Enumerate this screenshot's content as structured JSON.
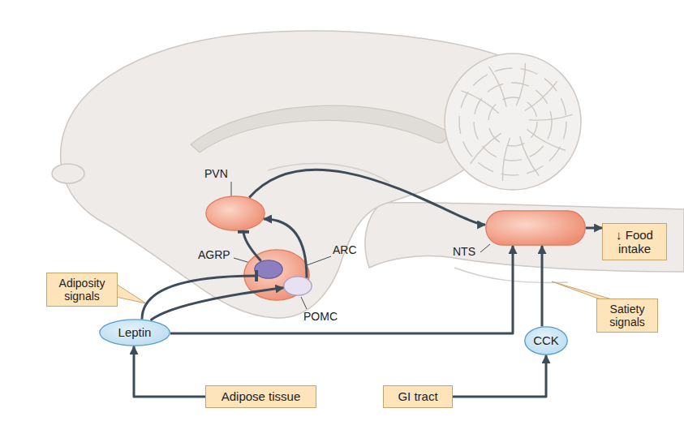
{
  "diagram": {
    "nodes": [
      {
        "text": [
          "PVN"
        ]
      },
      {
        "text": [
          "ARC"
        ]
      },
      {
        "text": [
          "AGRP"
        ],
        "in": 1
      },
      {
        "text": [
          "POMC"
        ],
        "in": 1
      },
      {
        "text": [
          "Adiposity signals"
        ]
      },
      {
        "text": [
          "Leptin"
        ]
      },
      {
        "text": [
          "NTS"
        ]
      },
      {
        "text": [
          "↓ Food intake"
        ]
      },
      {
        "text": [
          "Satiety signals"
        ]
      },
      {
        "text": [
          "CCK"
        ]
      },
      {
        "text": [
          "Adipose tissue"
        ]
      },
      {
        "text": [
          "GI tract"
        ]
      }
    ],
    "edges": [
      {
        "from": 10,
        "to": 5,
        "arrow": "to"
      },
      {
        "from": 11,
        "to": 9,
        "arrow": "to"
      },
      {
        "from": 5,
        "to": 2,
        "arrow": "to"
      },
      {
        "from": 5,
        "to": 3,
        "arrow": "to"
      },
      {
        "from": 5,
        "to": 6,
        "arrow": "to"
      },
      {
        "from": 9,
        "to": 6,
        "arrow": "to"
      },
      {
        "from": 2,
        "to": 0,
        "arrow": "to"
      },
      {
        "from": 3,
        "to": 0,
        "arrow": "to"
      },
      {
        "from": 0,
        "to": 6,
        "arrow": "to"
      },
      {
        "from": 6,
        "to": 7,
        "arrow": "to"
      }
    ]
  }
}
